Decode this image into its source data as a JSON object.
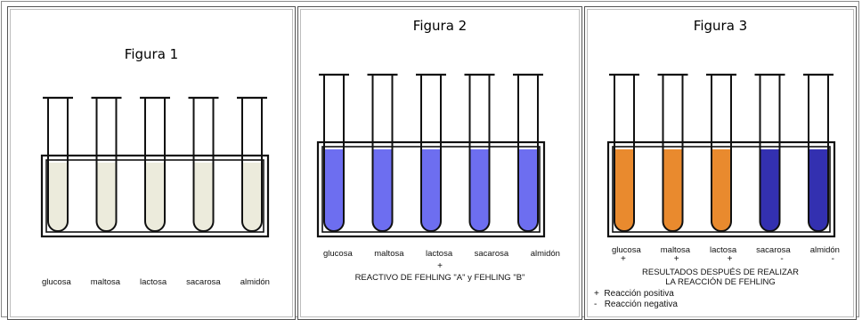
{
  "figures": [
    {
      "title": "Figura 1",
      "tubes": [
        {
          "label": "glucosa",
          "color": "#ecebdc"
        },
        {
          "label": "maltosa",
          "color": "#ecebdc"
        },
        {
          "label": "lactosa",
          "color": "#ecebdc"
        },
        {
          "label": "sacarosa",
          "color": "#ecebdc"
        },
        {
          "label": "almidón",
          "color": "#ecebdc"
        }
      ]
    },
    {
      "title": "Figura 2",
      "tubes": [
        {
          "label": "glucosa",
          "color": "#6d6ef0"
        },
        {
          "label": "maltosa",
          "color": "#6d6ef0"
        },
        {
          "label": "lactosa",
          "color": "#6d6ef0"
        },
        {
          "label": "sacarosa",
          "color": "#6d6ef0"
        },
        {
          "label": "almidón",
          "color": "#6d6ef0"
        }
      ],
      "plus": "+",
      "caption": "REACTIVO  DE  FEHLING \"A\" y FEHLING  \"B\""
    },
    {
      "title": "Figura 3",
      "tubes": [
        {
          "label": "glucosa",
          "color": "#e98a2e",
          "sign": "+"
        },
        {
          "label": "maltosa",
          "color": "#e98a2e",
          "sign": "+"
        },
        {
          "label": "lactosa",
          "color": "#e98a2e",
          "sign": "+"
        },
        {
          "label": "sacarosa",
          "color": "#3330b0",
          "sign": "-"
        },
        {
          "label": "almidón",
          "color": "#3330b0",
          "sign": "-"
        }
      ],
      "caption_line1": "RESULTADOS DESPUÉS  DE REALIZAR",
      "caption_line2": "LA REACCIÓN DE FEHLING",
      "legend": [
        {
          "symbol": "+",
          "text": "Reacción positiva"
        },
        {
          "symbol": "-",
          "text": "Reacción negativa"
        }
      ]
    }
  ]
}
